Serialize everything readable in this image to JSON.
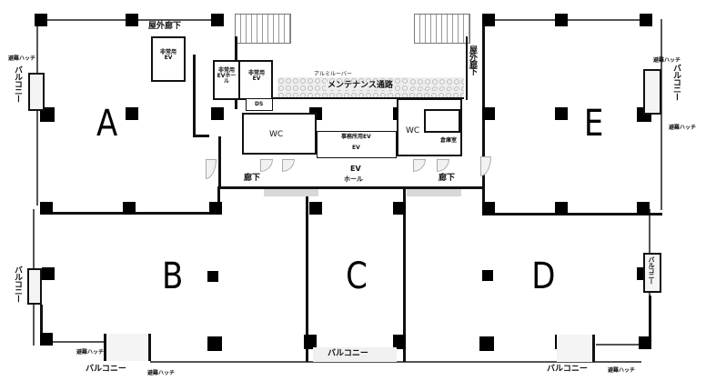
{
  "floor_plan": {
    "units": [
      {
        "id": "A",
        "label": "A"
      },
      {
        "id": "B",
        "label": "B"
      },
      {
        "id": "C",
        "label": "C"
      },
      {
        "id": "D",
        "label": "D"
      },
      {
        "id": "E",
        "label": "E"
      }
    ],
    "core": {
      "outdoor_corridor_top": "屋外廊下",
      "outdoor_corridor_right": "屋外廊下",
      "emergency_ev": "非常用EV",
      "emergency_ev_hall": "非常用EVホール",
      "emergency_ev_2": "非常用EV",
      "ds": "DS",
      "aluminum_louver": "アルミルーバー",
      "maintenance_passage": "メンテナンス通路",
      "wc_left": "WC",
      "wc_right": "WC",
      "freight_ev": "事務所用EV",
      "ev_hall_line1": "EV",
      "ev_hall_line2": "ホール",
      "corridor_left": "廊下",
      "corridor_right": "廊下",
      "storage": "倉庫室"
    },
    "balconies": {
      "label": "バルコニー",
      "evacuation_hatch": "避難ハッチ",
      "left_top": "バルコニー",
      "left_bottom": "バルコニー",
      "right_top": "バルコニー",
      "right_bottom": "バルコニー",
      "bottom_left": "バルコニー",
      "bottom_center": "バルコニー",
      "bottom_right": "バルコニー"
    }
  }
}
